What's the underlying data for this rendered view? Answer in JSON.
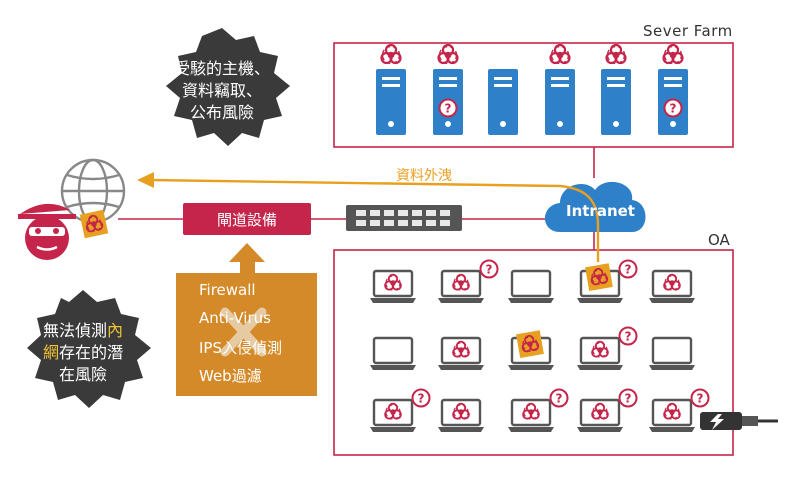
{
  "server_farm": {
    "title": "Sever Farm",
    "servers": [
      {
        "infected": true,
        "unknown": false
      },
      {
        "infected": true,
        "unknown": true
      },
      {
        "infected": false,
        "unknown": false
      },
      {
        "infected": true,
        "unknown": false
      },
      {
        "infected": true,
        "unknown": false
      },
      {
        "infected": true,
        "unknown": true
      }
    ]
  },
  "bubble_top": {
    "lines": [
      "受駭的主機、",
      "資料竊取、",
      "公布風險"
    ]
  },
  "bubble_bottom": {
    "line1_pre": "無法偵測",
    "line1_hl": "內",
    "line2_hl": "網",
    "line2_post": "存在的潛",
    "line3": "在風險"
  },
  "data_leak_label": "資料外洩",
  "intranet_label": "Intranet",
  "gateway_label": "閘道設備",
  "security_list": [
    "Firewall",
    "Anti-Virus",
    "IPS入侵偵測",
    "Web過濾"
  ],
  "oa": {
    "title": "OA",
    "rows": [
      [
        {
          "infected": true,
          "unknown": false,
          "alert": false
        },
        {
          "infected": true,
          "unknown": true,
          "alert": false
        },
        {
          "infected": false,
          "unknown": false,
          "alert": false
        },
        {
          "infected": false,
          "unknown": true,
          "alert": true
        },
        {
          "infected": true,
          "unknown": false,
          "alert": false
        }
      ],
      [
        {
          "infected": false,
          "unknown": false,
          "alert": false
        },
        {
          "infected": true,
          "unknown": false,
          "alert": false
        },
        {
          "infected": false,
          "unknown": false,
          "alert": true
        },
        {
          "infected": true,
          "unknown": true,
          "alert": false
        },
        {
          "infected": false,
          "unknown": false,
          "alert": false
        }
      ],
      [
        {
          "infected": true,
          "unknown": true,
          "alert": false
        },
        {
          "infected": true,
          "unknown": false,
          "alert": false
        },
        {
          "infected": true,
          "unknown": true,
          "alert": false
        },
        {
          "infected": true,
          "unknown": true,
          "alert": false
        },
        {
          "infected": true,
          "unknown": true,
          "alert": false
        }
      ]
    ]
  },
  "colors": {
    "accent_red": "#c5254a",
    "server_blue": "#2e80c8",
    "leak_orange": "#e8a020",
    "security_box": "#d58a2a",
    "dark_bubble": "#3a3a3a"
  }
}
